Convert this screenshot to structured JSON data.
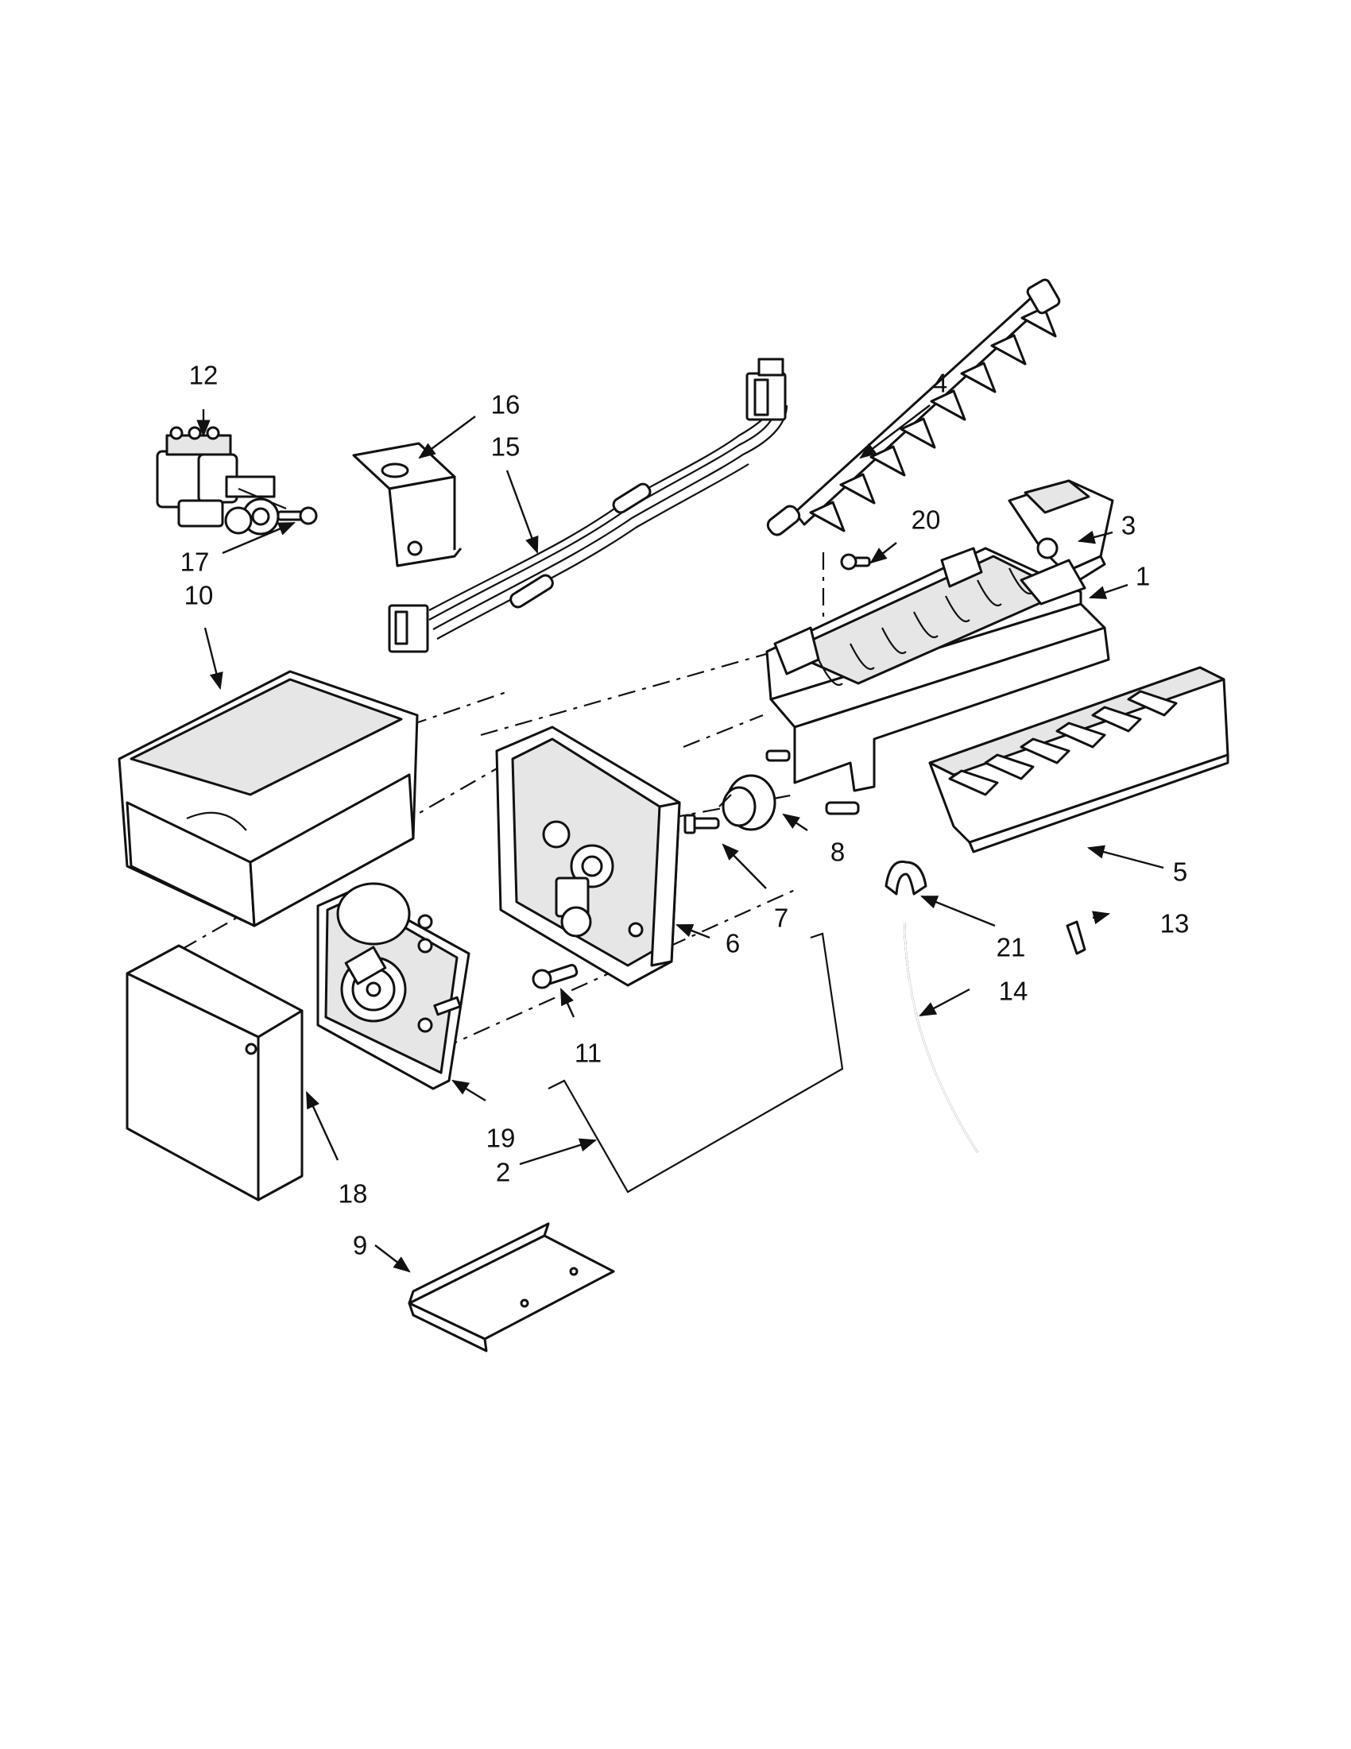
{
  "callouts": [
    {
      "id": "12",
      "text": "12"
    },
    {
      "id": "16",
      "text": "16"
    },
    {
      "id": "15",
      "text": "15"
    },
    {
      "id": "17",
      "text": "17"
    },
    {
      "id": "10",
      "text": "10"
    },
    {
      "id": "4",
      "text": "4"
    },
    {
      "id": "20",
      "text": "20"
    },
    {
      "id": "3",
      "text": "3"
    },
    {
      "id": "1",
      "text": "1"
    },
    {
      "id": "5",
      "text": "5"
    },
    {
      "id": "8",
      "text": "8"
    },
    {
      "id": "7",
      "text": "7"
    },
    {
      "id": "6",
      "text": "6"
    },
    {
      "id": "21",
      "text": "21"
    },
    {
      "id": "13",
      "text": "13"
    },
    {
      "id": "14",
      "text": "14"
    },
    {
      "id": "11",
      "text": "11"
    },
    {
      "id": "19",
      "text": "19"
    },
    {
      "id": "2",
      "text": "2"
    },
    {
      "id": "18",
      "text": "18"
    },
    {
      "id": "9",
      "text": "9"
    }
  ]
}
